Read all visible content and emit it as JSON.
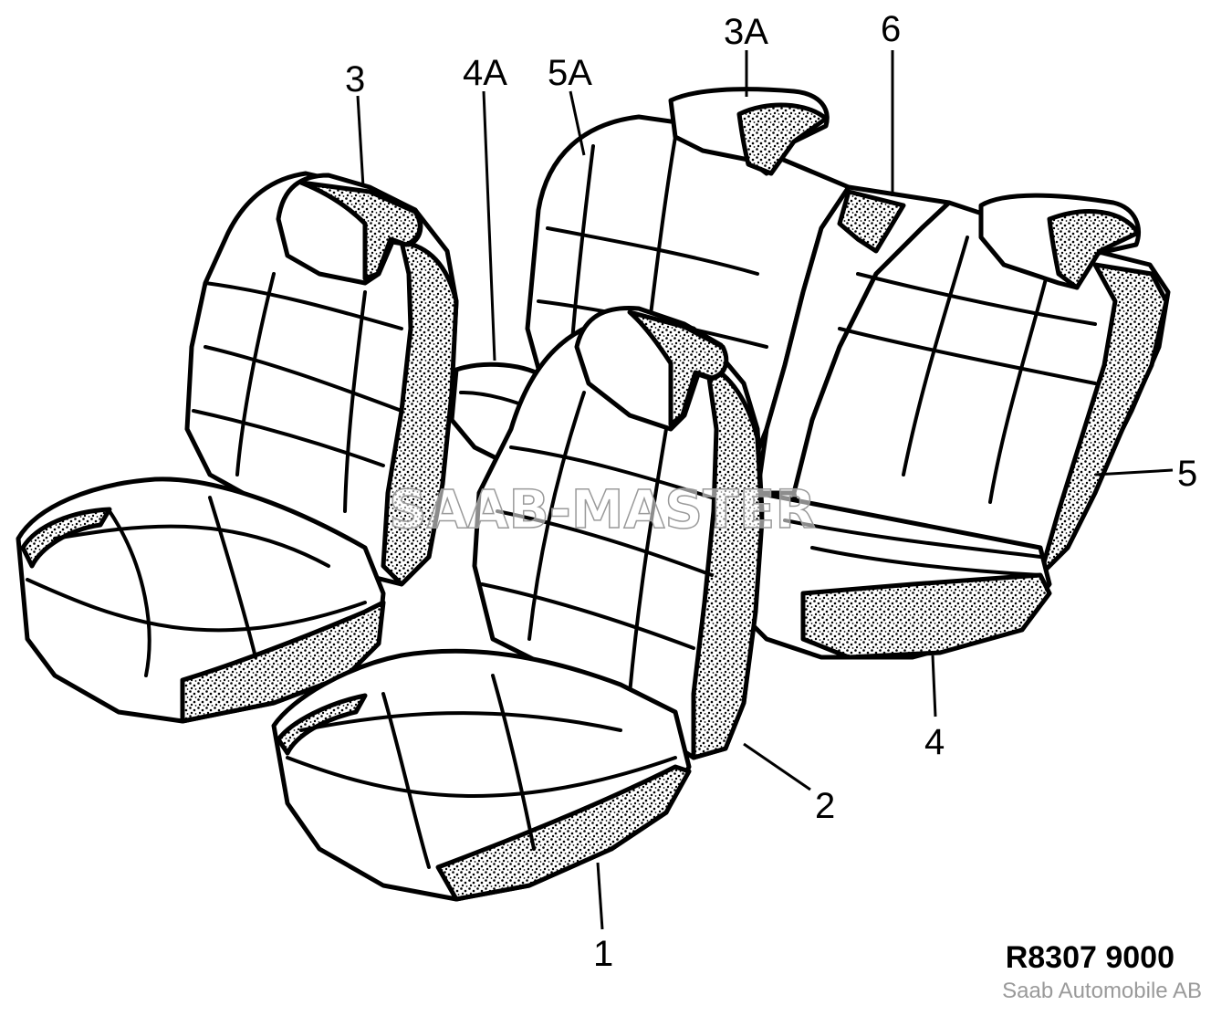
{
  "callouts": {
    "c1": "1",
    "c2": "2",
    "c3": "3",
    "c3a": "3A",
    "c4": "4",
    "c4a": "4A",
    "c5": "5",
    "c5a": "5A",
    "c6": "6"
  },
  "watermark": "SAAB-MASTER",
  "figure_code": "R8307 9000",
  "credit": "Saab Automobile AB",
  "colors": {
    "ink": "#000000",
    "credit_gray": "#9a9a9a",
    "background": "#ffffff"
  }
}
